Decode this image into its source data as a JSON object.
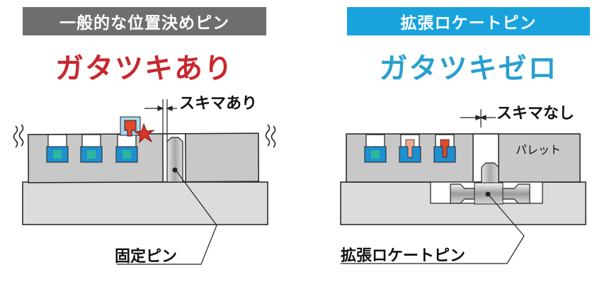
{
  "left_panel": {
    "badge": "一般的な位置決めピン",
    "headline": "ガタツキあり",
    "gap_label": "スキマあり",
    "pin_label": "固定ピン",
    "colors": {
      "badge": "#6e6e6e",
      "headline": "#c8282d"
    }
  },
  "right_panel": {
    "badge": "拡張ロケートピン",
    "headline": "ガタツキゼロ",
    "gap_label": "スキマなし",
    "pallet_label": "パレット",
    "pin_label": "拡張ロケートピン",
    "colors": {
      "badge": "#19a3dc",
      "headline": "#2a9fd0"
    }
  },
  "icons": [
    "vibration-icon",
    "collision-star-icon",
    "dimension-arrow-icon"
  ]
}
